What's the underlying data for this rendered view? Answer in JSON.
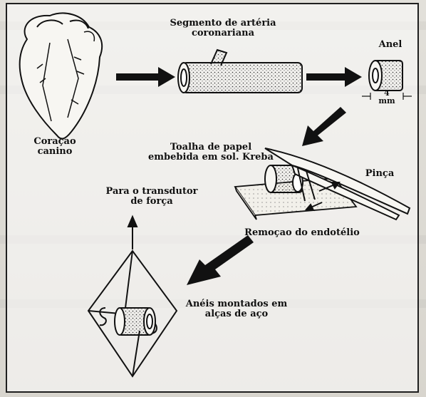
{
  "labels": {
    "heart": "Coraçao\ncanino",
    "segment": "Segmento de artéria\ncoronariana",
    "ring": "Anel",
    "ring_size": "4\nmm",
    "towel": "Toalha de papel\nembebida em sol. Kreba",
    "forceps": "Pinça",
    "transducer": "Para o transdutor\nde força",
    "endothelium": "Remoçao do endotélio",
    "mounted": "Anéis montados em\nalças de aço"
  }
}
